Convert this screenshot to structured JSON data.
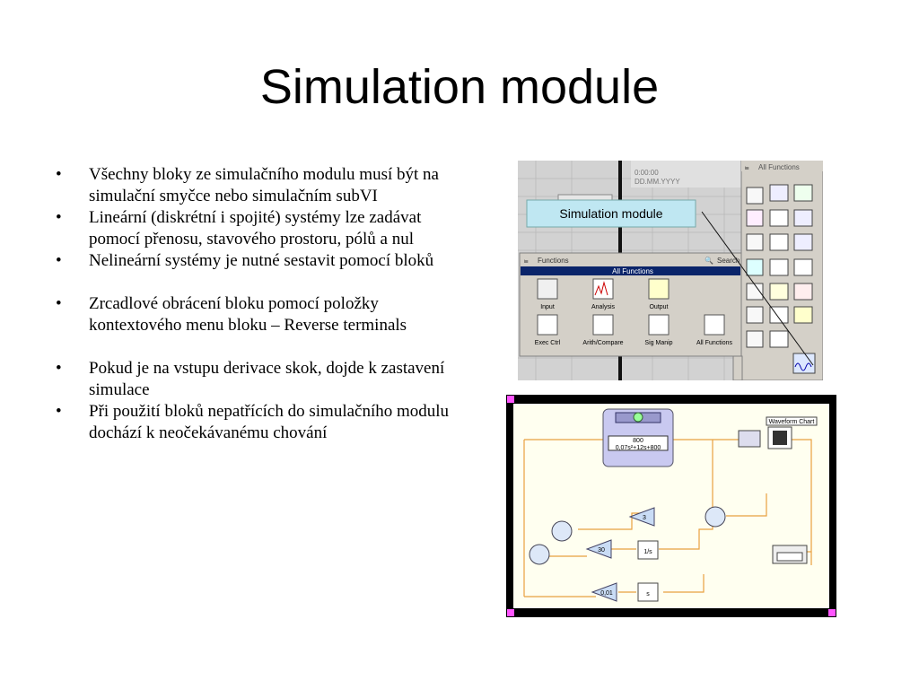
{
  "slide": {
    "title": "Simulation module",
    "bullets": [
      "Všechny bloky ze simulačního modulu musí být na simulační smyčce nebo simulačním subVI",
      "Lineární (diskrétní i spojité) systémy lze zadávat pomocí přenosu, stavového prostoru, pólů a nul",
      "Nelineární systémy je nutné sestavit pomocí bloků",
      "Zrcadlové obrácení bloku pomocí položky kontextového menu bloku – Reverse terminals",
      "Pokud je na vstupu derivace skok, dojde k zastavení simulace",
      "Při použití bloků nepatřících do simulačního modulu dochází k neočekávanému chování"
    ]
  },
  "palette_screenshot": {
    "callout_label": "Simulation module",
    "timestamp_text": "0:00:00",
    "date_format_text": "DD.MM.YYYY",
    "top_palette_title": "All Functions",
    "functions_title": "Functions",
    "search_label": "Search",
    "functions_header": "All Functions",
    "items": [
      "Input",
      "Analysis",
      "Output",
      "Exec Ctrl",
      "Arith/Compare",
      "Sig Manip",
      "All Functions"
    ]
  },
  "diagram_screenshot": {
    "transfer_function_num": "800",
    "transfer_function_den": "0,07s²+12s+800",
    "waveform_chart_label": "Waveform Chart",
    "gain_a": "3",
    "gain_b": "30",
    "gain_c": "0,01",
    "integrator_a_label": "1/s",
    "integrator_b_label": "s"
  }
}
